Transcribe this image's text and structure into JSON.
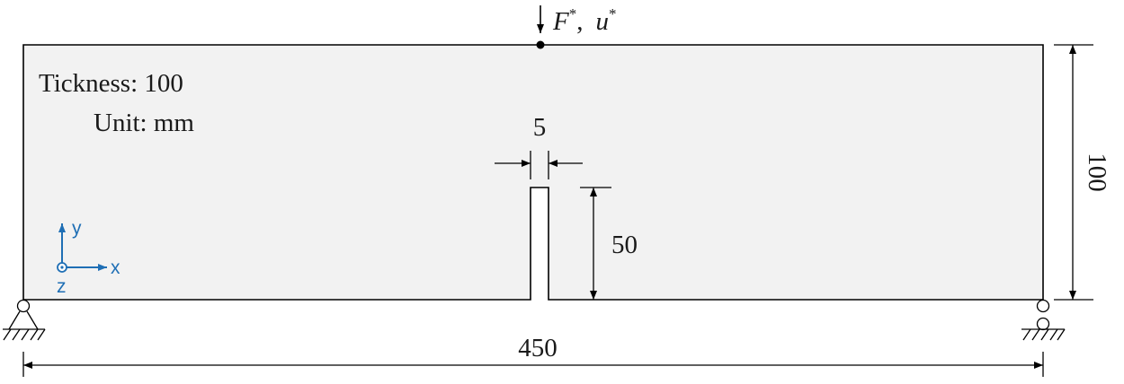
{
  "beam": {
    "thickness_label": "Tickness: 100",
    "unit_label": "Unit: mm",
    "fill_color": "#f2f2f2",
    "stroke_color": "#000000"
  },
  "load": {
    "force_symbol": "F",
    "force_sup": "*",
    "separator": ",",
    "disp_symbol": "u",
    "disp_sup": "*"
  },
  "dimensions": {
    "notch_width": "5",
    "notch_depth": "50",
    "beam_height": "100",
    "span": "450"
  },
  "axes": {
    "x": "x",
    "y": "y",
    "z": "z",
    "color": "#1f6fb5"
  }
}
